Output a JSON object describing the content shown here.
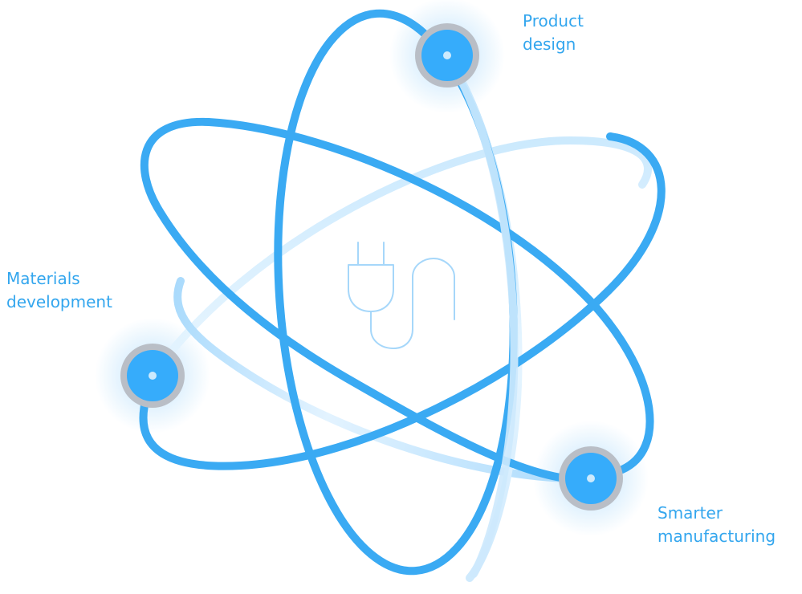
{
  "colors": {
    "orbit": "#3aaaf3",
    "orbit_light": "#cbe9fd",
    "node_fill": "#36acfb",
    "node_ring": "#b9bec6",
    "node_core": "#cdeafd",
    "glow": "#bfe3fc",
    "icon": "#a6d7fa",
    "label": "#33a6ee"
  },
  "center_icon": "plug-icon",
  "nodes": [
    {
      "id": "product",
      "icon": "orbit-node-icon",
      "lines": [
        "Product",
        "design"
      ]
    },
    {
      "id": "materials",
      "icon": "orbit-node-icon",
      "lines": [
        "Materials",
        "development"
      ]
    },
    {
      "id": "smarter",
      "icon": "orbit-node-icon",
      "lines": [
        "Smarter",
        "manufacturing"
      ]
    }
  ]
}
